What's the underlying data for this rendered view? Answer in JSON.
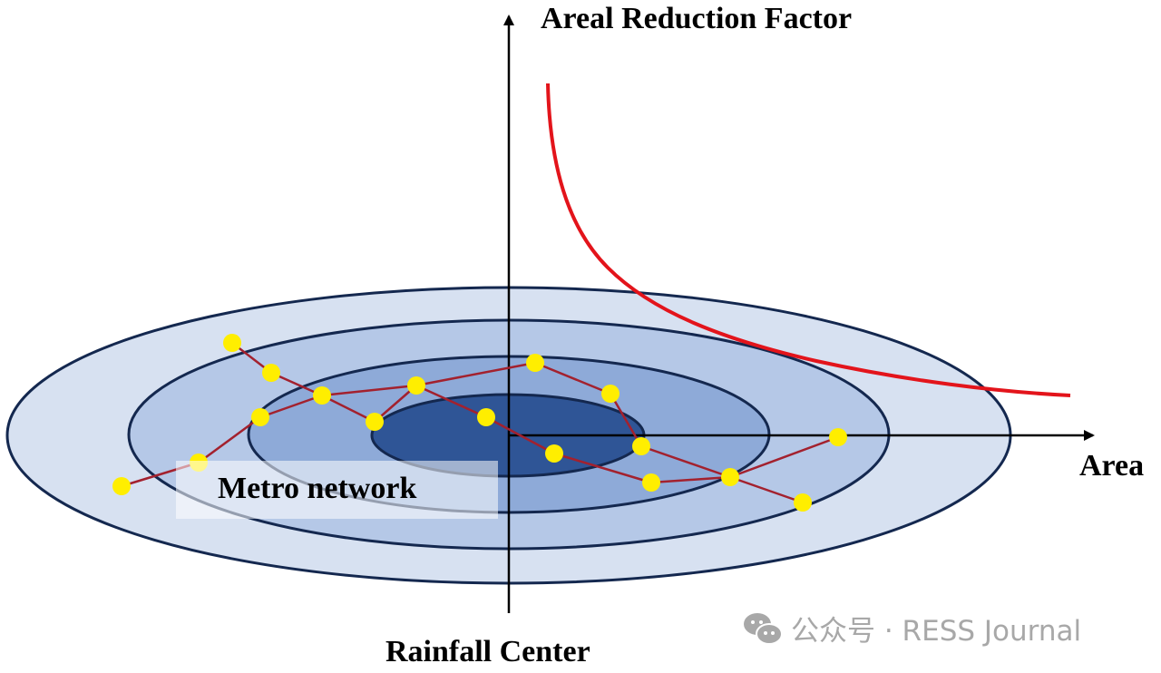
{
  "labels": {
    "y_axis": "Areal Reduction Factor",
    "x_axis": "Area",
    "center": "Rainfall Center",
    "network": "Metro network"
  },
  "watermark": {
    "text": "公众号 · RESS Journal",
    "icon": "wechat-icon"
  },
  "colors": {
    "ring_outer": "#d7e1f1",
    "ring_2": "#b5c8e7",
    "ring_3": "#8eaad8",
    "ring_inner": "#2f5596",
    "ring_stroke": "#14284f",
    "curve": "#e3141b",
    "node": "#ffee00",
    "edge": "#a3212e"
  }
}
